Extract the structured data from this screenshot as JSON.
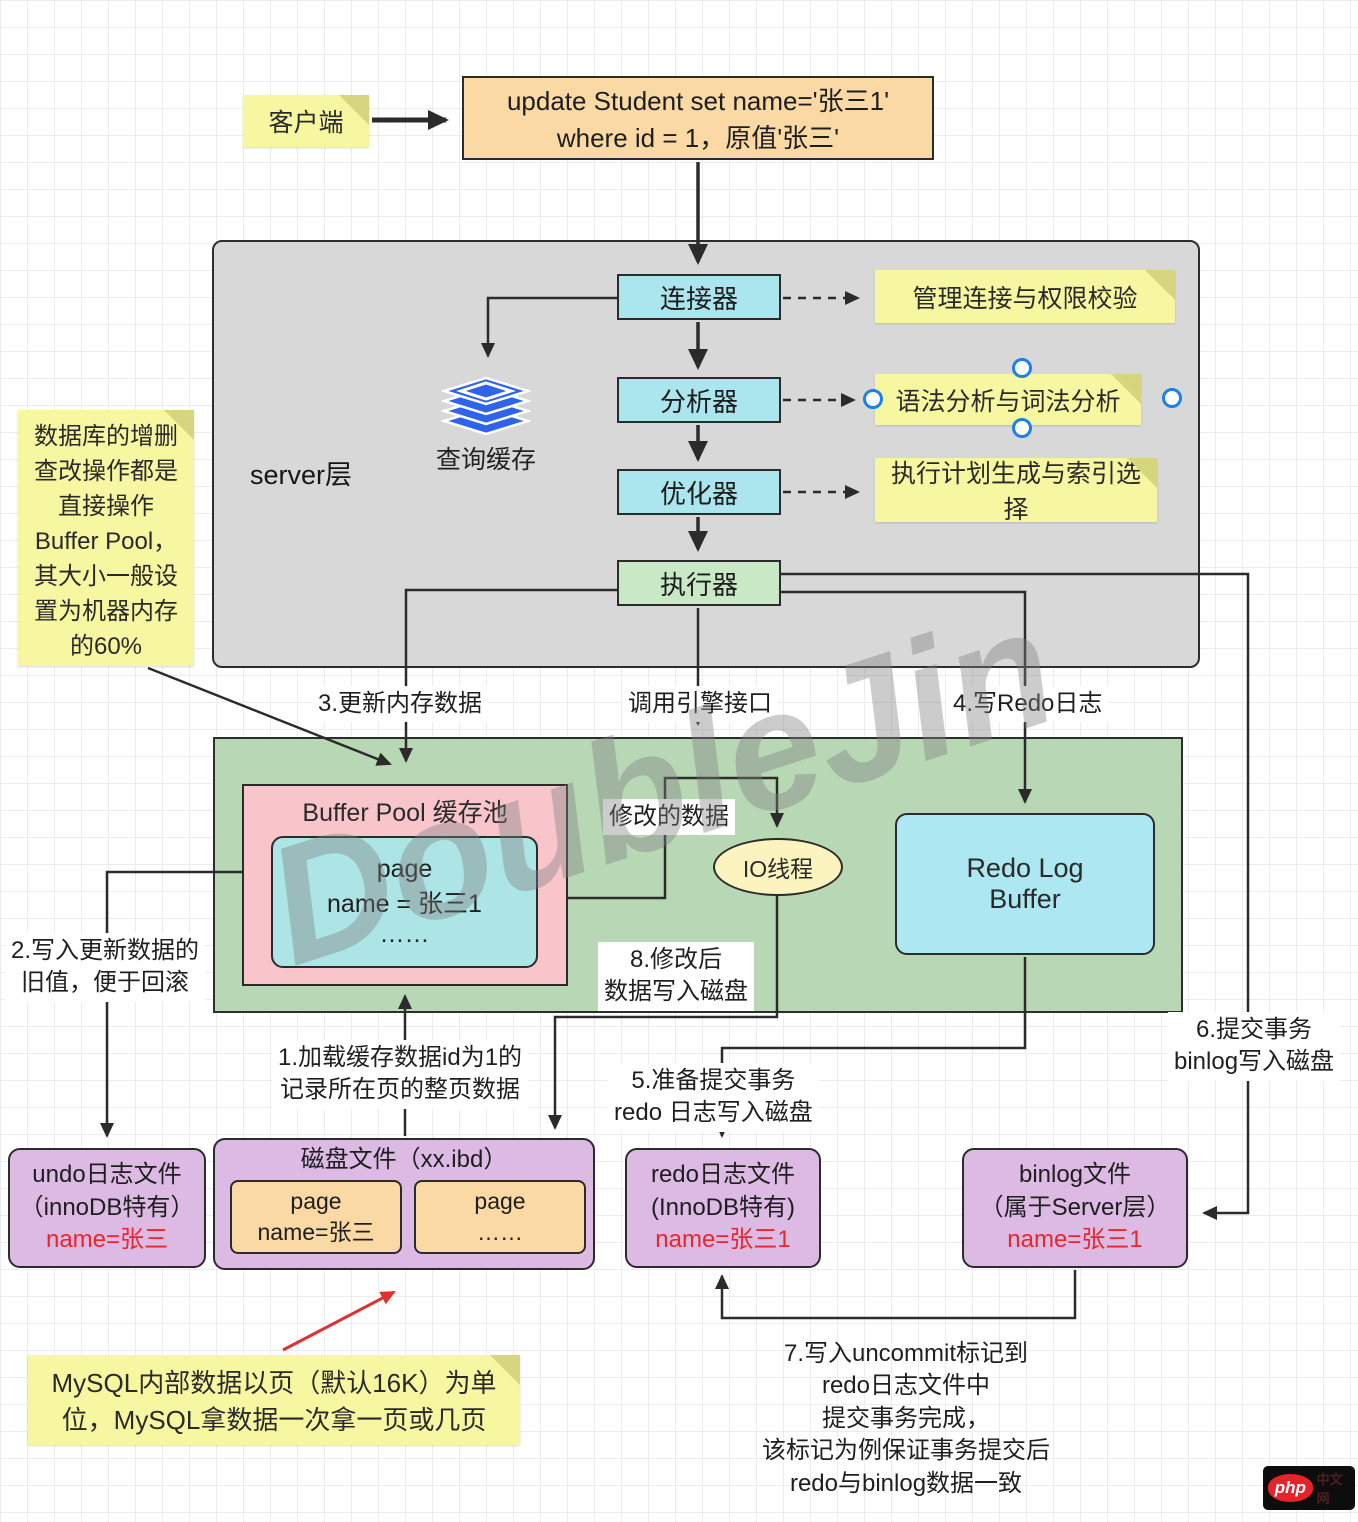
{
  "client_note": {
    "label": "客户端"
  },
  "sql_box": {
    "text": "update Student set name='张三1'\nwhere id = 1，原值'张三'"
  },
  "server_layer": {
    "label": "server层",
    "stages": {
      "connector": "连接器",
      "analyzer": "分析器",
      "optimizer": "优化器",
      "executor": "执行器"
    },
    "query_cache_label": "查询缓存",
    "notes": {
      "connector_note": "管理连接与权限校验",
      "analyzer_note": "语法分析与词法分析",
      "optimizer_note": "执行计划生成与索引选择"
    }
  },
  "left_note": {
    "text": "数据库的增删查改操作都是直接操作Buffer Pool，其大小一般设置为机器内存的60%"
  },
  "edge_labels": {
    "step1": "1.加载缓存数据id为1的\n记录所在页的整页数据",
    "step2": "2.写入更新数据的\n旧值，便于回滚",
    "step3": "3.更新内存数据",
    "step4": "4.写Redo日志",
    "step5": "5.准备提交事务\nredo 日志写入磁盘",
    "step6": "6.提交事务\nbinlog写入磁盘",
    "step7": "7.写入uncommit标记到\nredo日志文件中\n提交事务完成，\n该标记为例保证事务提交后\nredo与binlog数据一致",
    "step8": "8.修改后\n数据写入磁盘",
    "call_engine": "调用引擎接口",
    "modified_data": "修改的数据"
  },
  "innodb_area": {
    "buffer_pool_title": "Buffer Pool 缓存池",
    "page_text": "page\nname = 张三1\n……",
    "io_thread": "IO线程",
    "redo_log_buffer": "Redo Log\nBuffer"
  },
  "disk_row": {
    "undo": {
      "title": "undo日志文件\n（innoDB特有）",
      "value": "name=张三"
    },
    "disk_file": {
      "title": "磁盘文件（xx.ibd）",
      "page1": "page\nname=张三",
      "page2": "page\n……"
    },
    "redo": {
      "title": "redo日志文件\n(InnoDB特有)",
      "value": "name=张三1"
    },
    "binlog": {
      "title": "binlog文件\n（属于Server层）",
      "value": "name=张三1"
    }
  },
  "bottom_note": {
    "text": "MySQL内部数据以页（默认16K）为单位，MySQL拿数据一次拿一页或几页"
  },
  "watermark": "DoubleJin",
  "logo": {
    "text": "php",
    "suffix": "中文网"
  },
  "colors": {
    "sticky_yellow": "#f7f7a2",
    "stage_cyan": "#abe5ee",
    "executor_green": "#c9e8c6",
    "engine_green": "#b8d7b4",
    "buffer_pink": "#f8c5cb",
    "file_purple": "#dcbae4",
    "page_orange": "#fad9a5",
    "value_red": "#e8262d",
    "selection_blue": "#1d7fe8",
    "icon_blue": "#2f63e8"
  }
}
